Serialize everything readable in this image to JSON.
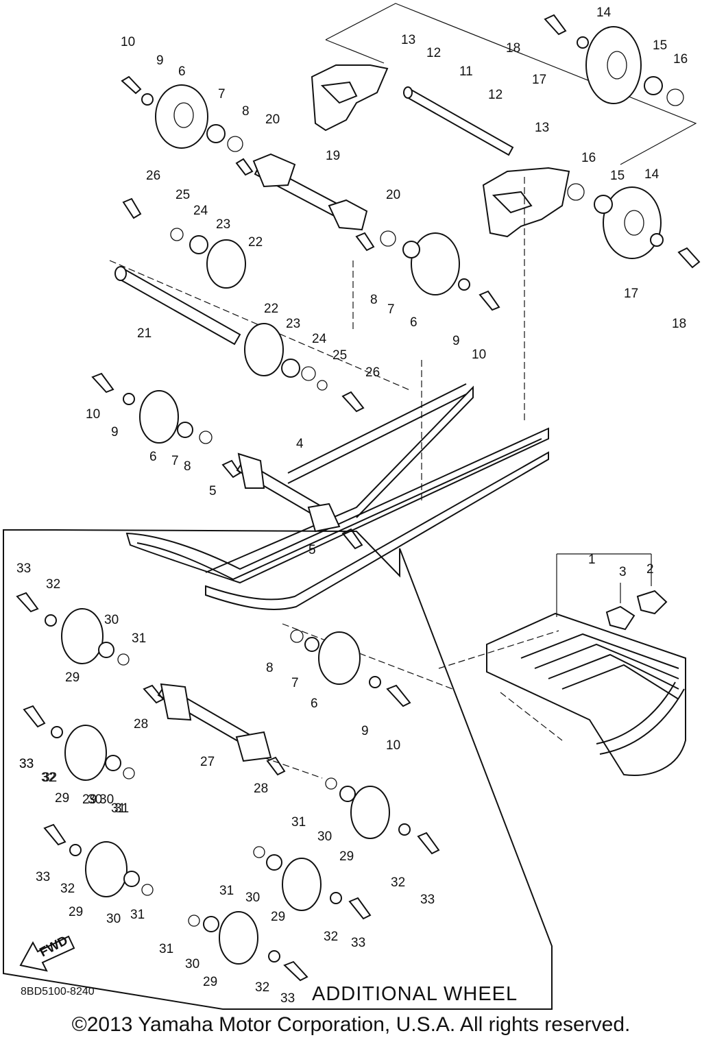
{
  "diagram": {
    "page_code": "8BD5100-8240",
    "additional_wheel_label": "ADDITIONAL WHEEL",
    "fwd_label": "FWD",
    "copyright": "©2013 Yamaha Motor Corporation, U.S.A. All rights reserved."
  },
  "callouts": [
    "1",
    "2",
    "3",
    "4",
    "5",
    "5",
    "6",
    "6",
    "6",
    "6",
    "7",
    "7",
    "7",
    "7",
    "8",
    "8",
    "8",
    "8",
    "9",
    "9",
    "9",
    "9",
    "10",
    "10",
    "10",
    "10",
    "11",
    "12",
    "12",
    "13",
    "13",
    "14",
    "14",
    "15",
    "15",
    "16",
    "16",
    "17",
    "17",
    "18",
    "18",
    "19",
    "20",
    "20",
    "21",
    "22",
    "22",
    "23",
    "23",
    "24",
    "24",
    "25",
    "25",
    "26",
    "26",
    "27",
    "28",
    "28",
    "29",
    "29",
    "29",
    "29",
    "29",
    "29",
    "29",
    "30",
    "30",
    "30",
    "30",
    "30",
    "30",
    "30",
    "31",
    "31",
    "31",
    "31",
    "31",
    "31",
    "31",
    "32",
    "32",
    "32",
    "32",
    "32",
    "32",
    "32",
    "33",
    "33",
    "33",
    "33",
    "33",
    "33",
    "33"
  ]
}
